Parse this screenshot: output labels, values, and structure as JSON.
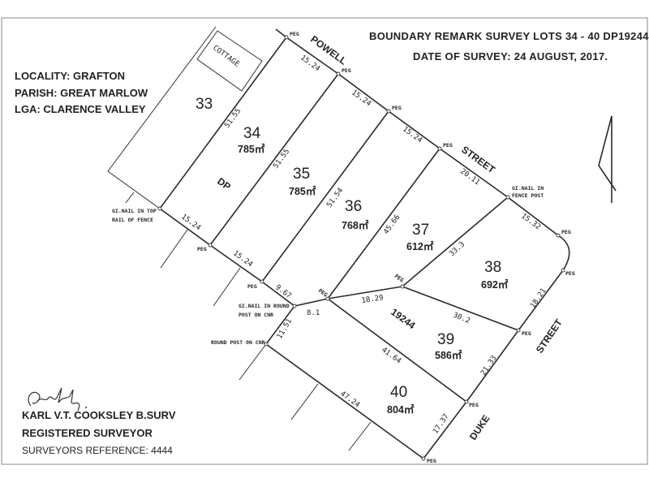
{
  "header": {
    "title": "BOUNDARY REMARK SURVEY LOTS 34 - 40 DP19244",
    "date": "DATE OF SURVEY: 24 AUGUST, 2017."
  },
  "location": {
    "locality": "LOCALITY: GRAFTON",
    "parish": "PARISH: GREAT MARLOW",
    "lga": "LGA: CLARENCE VALLEY"
  },
  "surveyor": {
    "signature": "Cooksley",
    "name": "KARL V.T. COOKSLEY B.SURV",
    "title": "REGISTERED SURVEYOR",
    "reference": "SURVEYORS REFERENCE: 4444"
  },
  "streets": {
    "powell": "POWELL",
    "street_top": "STREET",
    "street_right": "STREET",
    "duke": "DUKE"
  },
  "lots": [
    {
      "number": "33",
      "area": ""
    },
    {
      "number": "34",
      "area": "785㎡"
    },
    {
      "number": "35",
      "area": "785㎡"
    },
    {
      "number": "36",
      "area": "768㎡"
    },
    {
      "number": "37",
      "area": "612㎡"
    },
    {
      "number": "38",
      "area": "692㎡"
    },
    {
      "number": "39",
      "area": "586㎡"
    },
    {
      "number": "40",
      "area": "804㎡"
    }
  ],
  "labels": {
    "cottage": "COTTAGE",
    "dp": "DP",
    "plan_number": "19244",
    "peg": "PEG",
    "gi_nail_fence_post_1": "GI.NAIL IN",
    "gi_nail_fence_post_2": "FENCE POST",
    "gi_nail_top_rail_1": "GI.NAIL IN TOP",
    "gi_nail_top_rail_2": "RAIL OF FENCE",
    "gi_nail_round_post_1": "GI.NAIL IN ROUND",
    "gi_nail_round_post_2": "POST ON CNR",
    "round_post": "ROUND POST ON CNR"
  },
  "dimensions": {
    "powell_1": "15.24",
    "powell_2": "15.24",
    "powell_3": "15.24",
    "powell_4": "20.11",
    "corner": "15.32",
    "right_1": "18.21",
    "right_2": "21.33",
    "right_3": "17.37",
    "rear_1": "15.24",
    "rear_2": "15.24",
    "rear_3": "9.67",
    "side_33_34": "51.55",
    "side_34_35": "51.55",
    "side_35_36": "51.54",
    "side_36_37": "45.66",
    "side_37_38": "33.3",
    "inner_1": "8.1",
    "inner_2": "18.29",
    "side_38_39": "30.2",
    "side_39_40": "41.64",
    "side_40_rear": "47.24",
    "side_40_left": "11.51"
  },
  "colors": {
    "ink": "#2a2a2a",
    "paper": "#ffffff"
  }
}
